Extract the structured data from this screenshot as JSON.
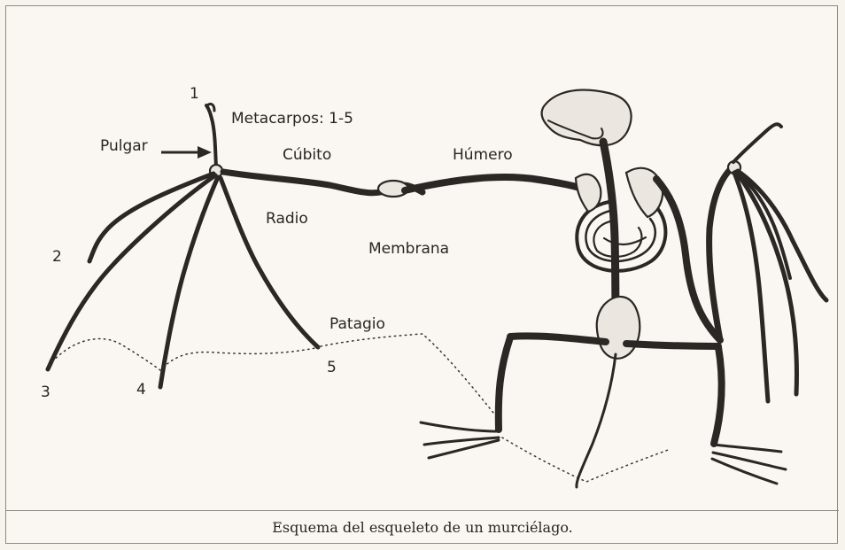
{
  "diagram": {
    "labels": {
      "digit_1": "1",
      "metacarpals": "Metacarpos: 1-5",
      "thumb": "Pulgar",
      "ulna": "Cúbito",
      "humerus": "Húmero",
      "radius": "Radio",
      "membrane": "Membrana",
      "patagium": "Patagio",
      "digit_2": "2",
      "digit_3": "3",
      "digit_4": "4",
      "digit_5": "5"
    }
  },
  "caption": "Esquema del esqueleto de un murciélago."
}
